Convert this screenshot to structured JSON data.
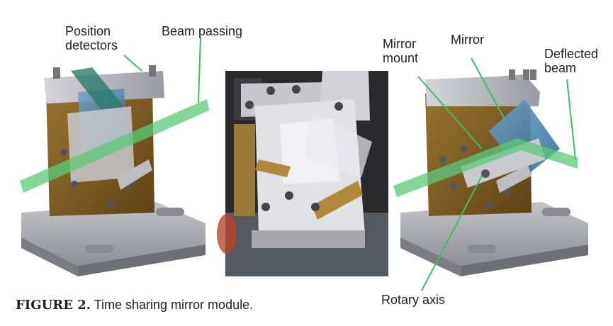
{
  "labels": {
    "position_detectors": [
      "Position",
      "detectors"
    ],
    "beam_passing": "Beam passing",
    "mirror_mount": [
      "Mirror",
      "mount"
    ],
    "mirror": "Mirror",
    "deflected_beam": [
      "Deflected",
      "beam"
    ],
    "rotary_axis": "Rotary axis"
  },
  "caption": {
    "number": "FIGURE 2.",
    "text": " Time sharing mirror module."
  },
  "colors": {
    "beam": "#59c97a",
    "leader_line": "#3fbf5f",
    "base_plate": "#a9a9b0",
    "bronze_block": "#7a5a22",
    "steel": "#b8b8c0",
    "mirror_glass": "#4f86b0"
  }
}
